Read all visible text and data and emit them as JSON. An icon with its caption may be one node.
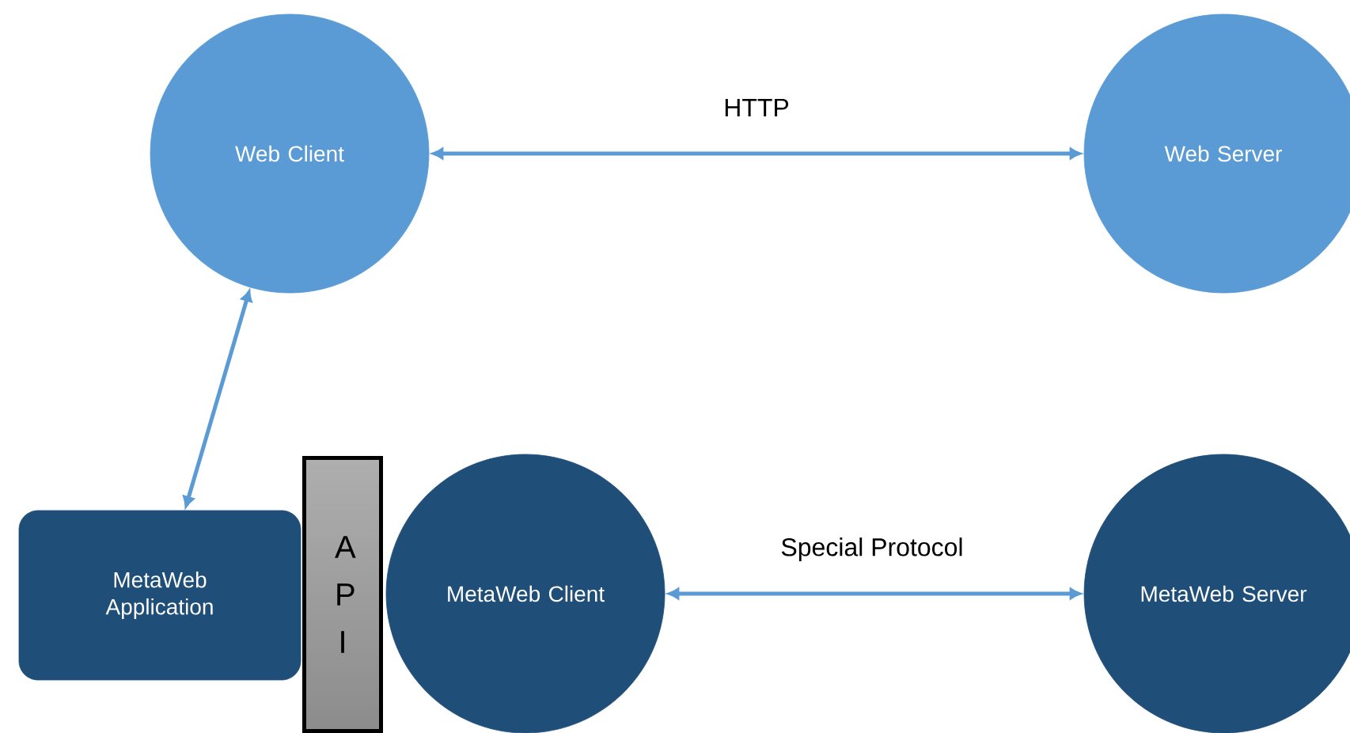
{
  "diagram": {
    "nodes": [
      {
        "text": [
          "Web Client"
        ]
      },
      {
        "text": [
          "Web Server"
        ]
      },
      {
        "text": [
          "MetaWeb Application"
        ]
      },
      {
        "text": [
          "A P I"
        ]
      },
      {
        "text": [
          "MetaWeb Client"
        ]
      },
      {
        "text": [
          "MetaWeb Server"
        ]
      }
    ],
    "edges": [
      {
        "from": 0,
        "to": 1,
        "arrow": "both",
        "label": "HTTP"
      },
      {
        "from": 2,
        "to": 0,
        "arrow": "both"
      },
      {
        "from": 4,
        "to": 5,
        "arrow": "both",
        "label": "Special Protocol"
      }
    ]
  }
}
